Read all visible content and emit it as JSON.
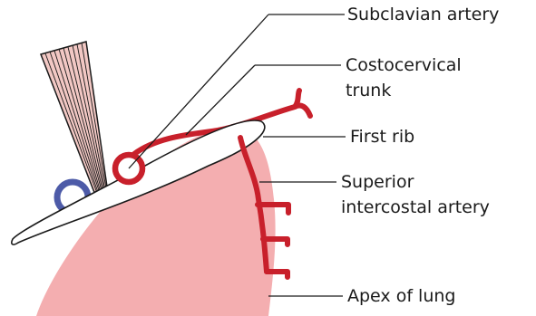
{
  "labels": {
    "subclavian_artery": "Subclavian artery",
    "costocervical_line1": "Costocervical",
    "costocervical_line2": "trunk",
    "first_rib": "First rib",
    "superior_intercostal_line1": "Superior",
    "superior_intercostal_line2": "intercostal artery",
    "apex_of_lung": "Apex of lung"
  },
  "colors": {
    "lung": "#f4aeb0",
    "artery": "#c8202b",
    "vein": "#4d5ba8",
    "muscle": "#f2c8c4",
    "rib": "#ffffff",
    "outline": "#1a1a1a"
  }
}
